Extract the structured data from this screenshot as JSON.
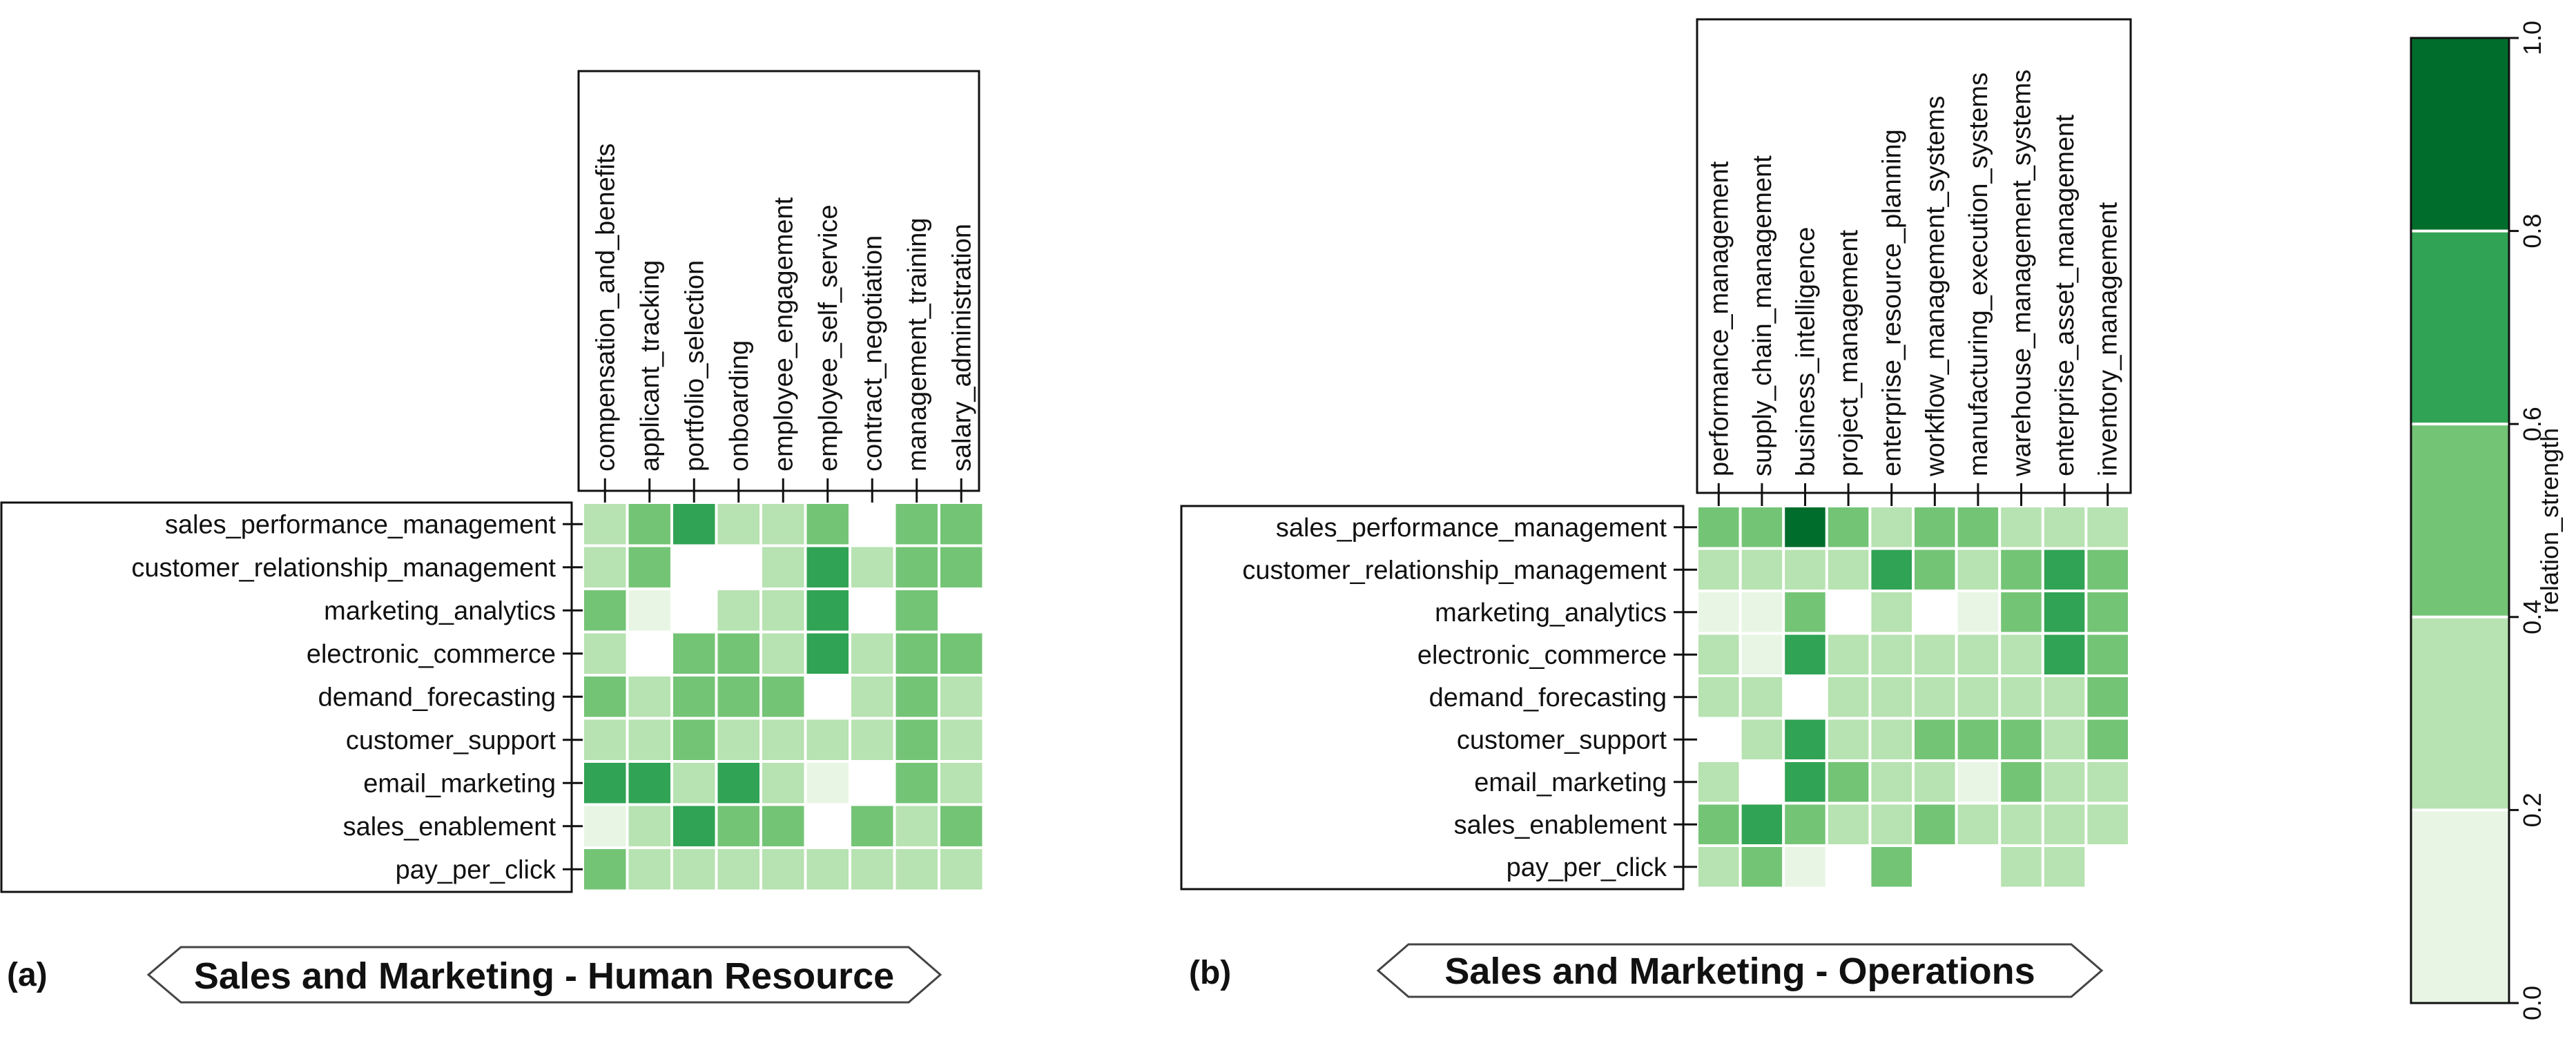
{
  "chart_data": [
    {
      "type": "heatmap",
      "panel_label": "(a)",
      "title": "Sales and Marketing - Human Resource",
      "rows": [
        "sales_performance_management",
        "customer_relationship_management",
        "marketing_analytics",
        "electronic_commerce",
        "demand_forecasting",
        "customer_support",
        "email_marketing",
        "sales_enablement",
        "pay_per_click"
      ],
      "columns": [
        "compensation_and_benefits",
        "applicant_tracking",
        "portfolio_selection",
        "onboarding",
        "employee_engagement",
        "employee_self_service",
        "contract_negotiation",
        "management_training",
        "salary_administration"
      ],
      "values": [
        [
          0.3,
          0.5,
          0.7,
          0.3,
          0.3,
          0.5,
          null,
          0.5,
          0.5
        ],
        [
          0.3,
          0.5,
          null,
          null,
          0.3,
          0.6,
          0.3,
          0.5,
          0.5
        ],
        [
          0.5,
          0.1,
          null,
          0.3,
          0.3,
          0.6,
          null,
          0.5,
          null
        ],
        [
          0.3,
          null,
          0.5,
          0.5,
          0.3,
          0.6,
          0.3,
          0.5,
          0.5
        ],
        [
          0.5,
          0.3,
          0.5,
          0.5,
          0.5,
          null,
          0.3,
          0.5,
          0.3
        ],
        [
          0.3,
          0.3,
          0.5,
          0.3,
          0.3,
          0.3,
          0.3,
          0.5,
          0.3
        ],
        [
          0.6,
          0.7,
          0.3,
          0.7,
          0.3,
          0.1,
          null,
          0.5,
          0.3
        ],
        [
          0.1,
          0.3,
          0.7,
          0.5,
          0.5,
          null,
          0.5,
          0.3,
          0.5
        ],
        [
          0.5,
          0.3,
          0.3,
          0.3,
          0.3,
          0.3,
          0.3,
          0.3,
          0.3
        ]
      ]
    },
    {
      "type": "heatmap",
      "panel_label": "(b)",
      "title": "Sales and Marketing - Operations",
      "rows": [
        "sales_performance_management",
        "customer_relationship_management",
        "marketing_analytics",
        "electronic_commerce",
        "demand_forecasting",
        "customer_support",
        "email_marketing",
        "sales_enablement",
        "pay_per_click"
      ],
      "columns": [
        "performance_management",
        "supply_chain_management",
        "business_intelligence",
        "project_management",
        "enterprise_resource_planning",
        "workflow_management_systems",
        "manufacturing_execution_systems",
        "warehouse_management_systems",
        "enterprise_asset_management",
        "inventory_management"
      ],
      "values": [
        [
          0.5,
          0.5,
          0.9,
          0.5,
          0.3,
          0.5,
          0.5,
          0.3,
          0.3,
          0.3
        ],
        [
          0.3,
          0.3,
          0.3,
          0.3,
          0.6,
          0.5,
          0.3,
          0.5,
          0.6,
          0.5
        ],
        [
          0.1,
          0.1,
          0.5,
          null,
          0.3,
          null,
          0.1,
          0.5,
          0.6,
          0.5
        ],
        [
          0.3,
          0.1,
          0.6,
          0.3,
          0.3,
          0.3,
          0.3,
          0.3,
          0.6,
          0.5
        ],
        [
          0.3,
          0.3,
          null,
          0.3,
          0.3,
          0.3,
          0.3,
          0.3,
          0.3,
          0.5
        ],
        [
          null,
          0.3,
          0.6,
          0.3,
          0.3,
          0.5,
          0.5,
          0.5,
          0.3,
          0.5
        ],
        [
          0.3,
          null,
          0.6,
          0.5,
          0.3,
          0.3,
          0.1,
          0.5,
          0.3,
          0.3
        ],
        [
          0.5,
          0.6,
          0.5,
          0.3,
          0.3,
          0.5,
          0.3,
          0.3,
          0.3,
          0.3
        ],
        [
          0.3,
          0.5,
          0.1,
          null,
          0.5,
          null,
          null,
          0.3,
          0.3,
          null
        ]
      ]
    }
  ],
  "colorbar": {
    "label": "relation_strength",
    "bins": [
      0.0,
      0.2,
      0.4,
      0.6,
      0.8,
      1.0
    ],
    "tick_labels": [
      "0.0",
      "0.2",
      "0.4",
      "0.6",
      "0.8",
      "1.0"
    ],
    "colors": [
      "#e8f5e4",
      "#b7e2b1",
      "#74c476",
      "#31a354",
      "#006d2c"
    ]
  }
}
